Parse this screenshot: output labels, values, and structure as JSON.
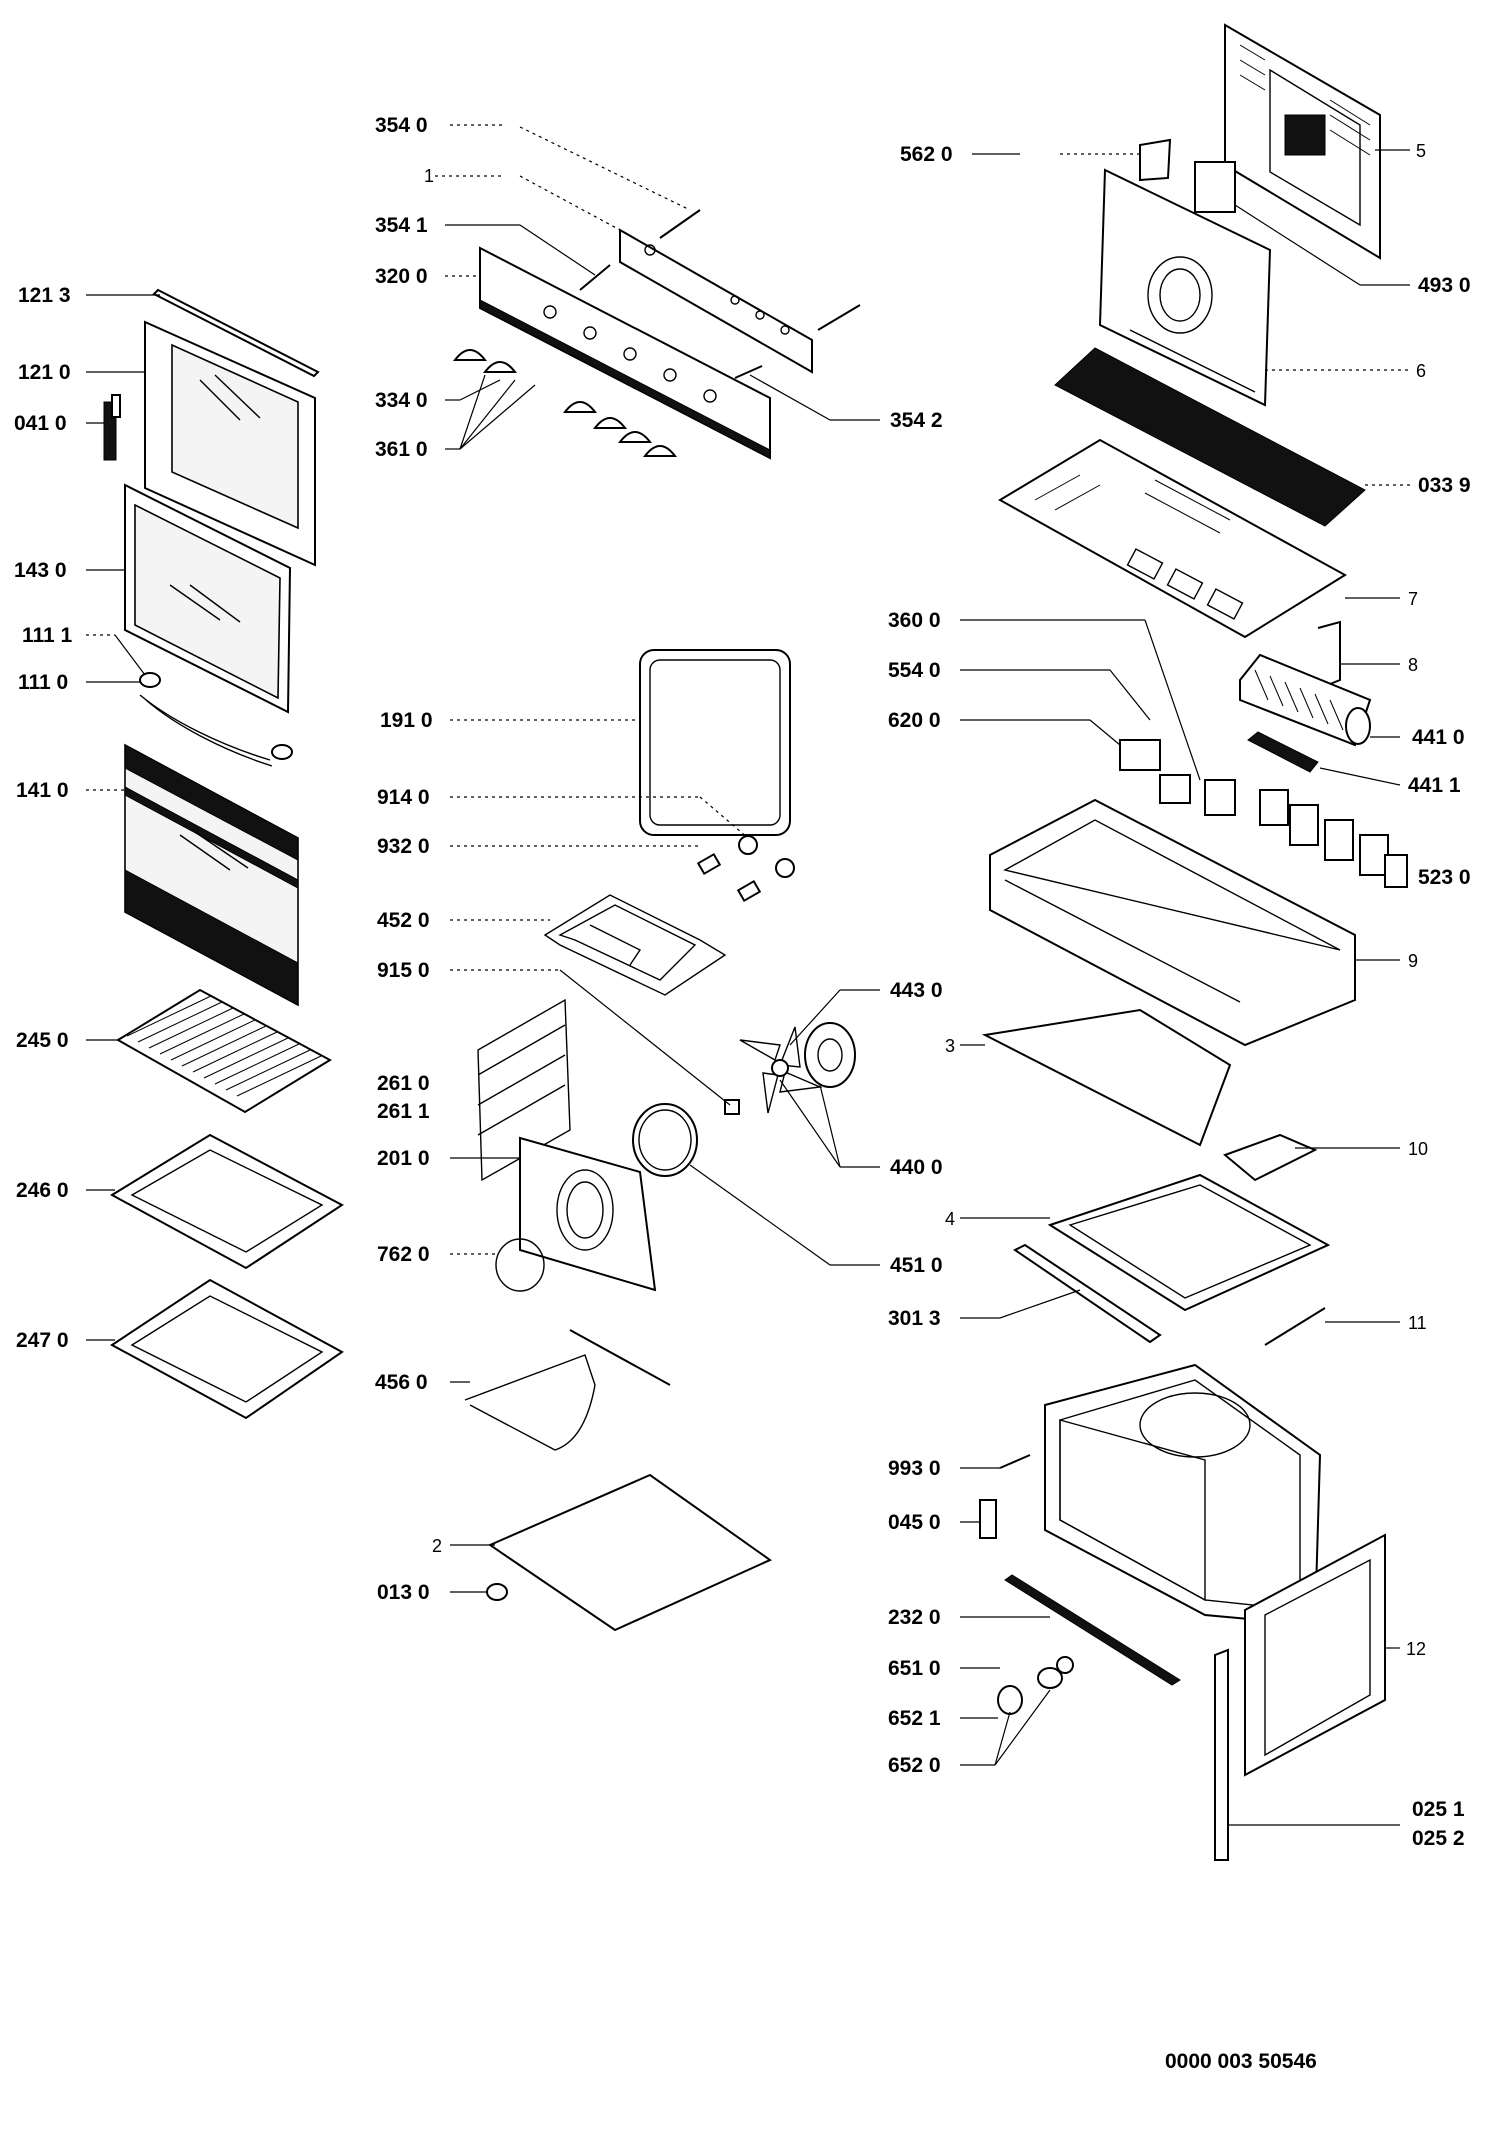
{
  "labels": {
    "l3540": "354 0",
    "l1": "1",
    "l3541": "354 1",
    "l3200": "320 0",
    "l3340": "334 0",
    "l3610": "361 0",
    "l3542": "354 2",
    "l1213": "121 3",
    "l1210": "121 0",
    "l0410": "041 0",
    "l1430": "143 0",
    "l1111": "111 1",
    "l1110": "111 0",
    "l1410": "141 0",
    "l2450": "245 0",
    "l2460": "246 0",
    "l2470": "247 0",
    "l1910": "191 0",
    "l9140": "914 0",
    "l9320": "932 0",
    "l4520": "452 0",
    "l9150": "915 0",
    "l2610": "261 0",
    "l2611": "261 1",
    "l2010": "201 0",
    "l7620": "762 0",
    "l4560": "456 0",
    "l2": "2",
    "l0130": "013 0",
    "l4430": "443 0",
    "l4400": "440 0",
    "l4510": "451 0",
    "l5620": "562 0",
    "l5": "5",
    "l4930": "493 0",
    "l6": "6",
    "l0339": "033 9",
    "l7": "7",
    "l8": "8",
    "l3600": "360 0",
    "l5540": "554 0",
    "l6200": "620 0",
    "l4410": "441 0",
    "l4411": "441 1",
    "l5230": "523 0",
    "l9": "9",
    "l3": "3",
    "l10": "10",
    "l4": "4",
    "l3013": "301 3",
    "l11": "11",
    "l9930": "993 0",
    "l0450": "045 0",
    "l2320": "232 0",
    "l6510": "651 0",
    "l6521": "652 1",
    "l6520": "652 0",
    "l12": "12",
    "l0251": "025 1",
    "l0252": "025 2"
  },
  "document_id": "0000 003 50546"
}
